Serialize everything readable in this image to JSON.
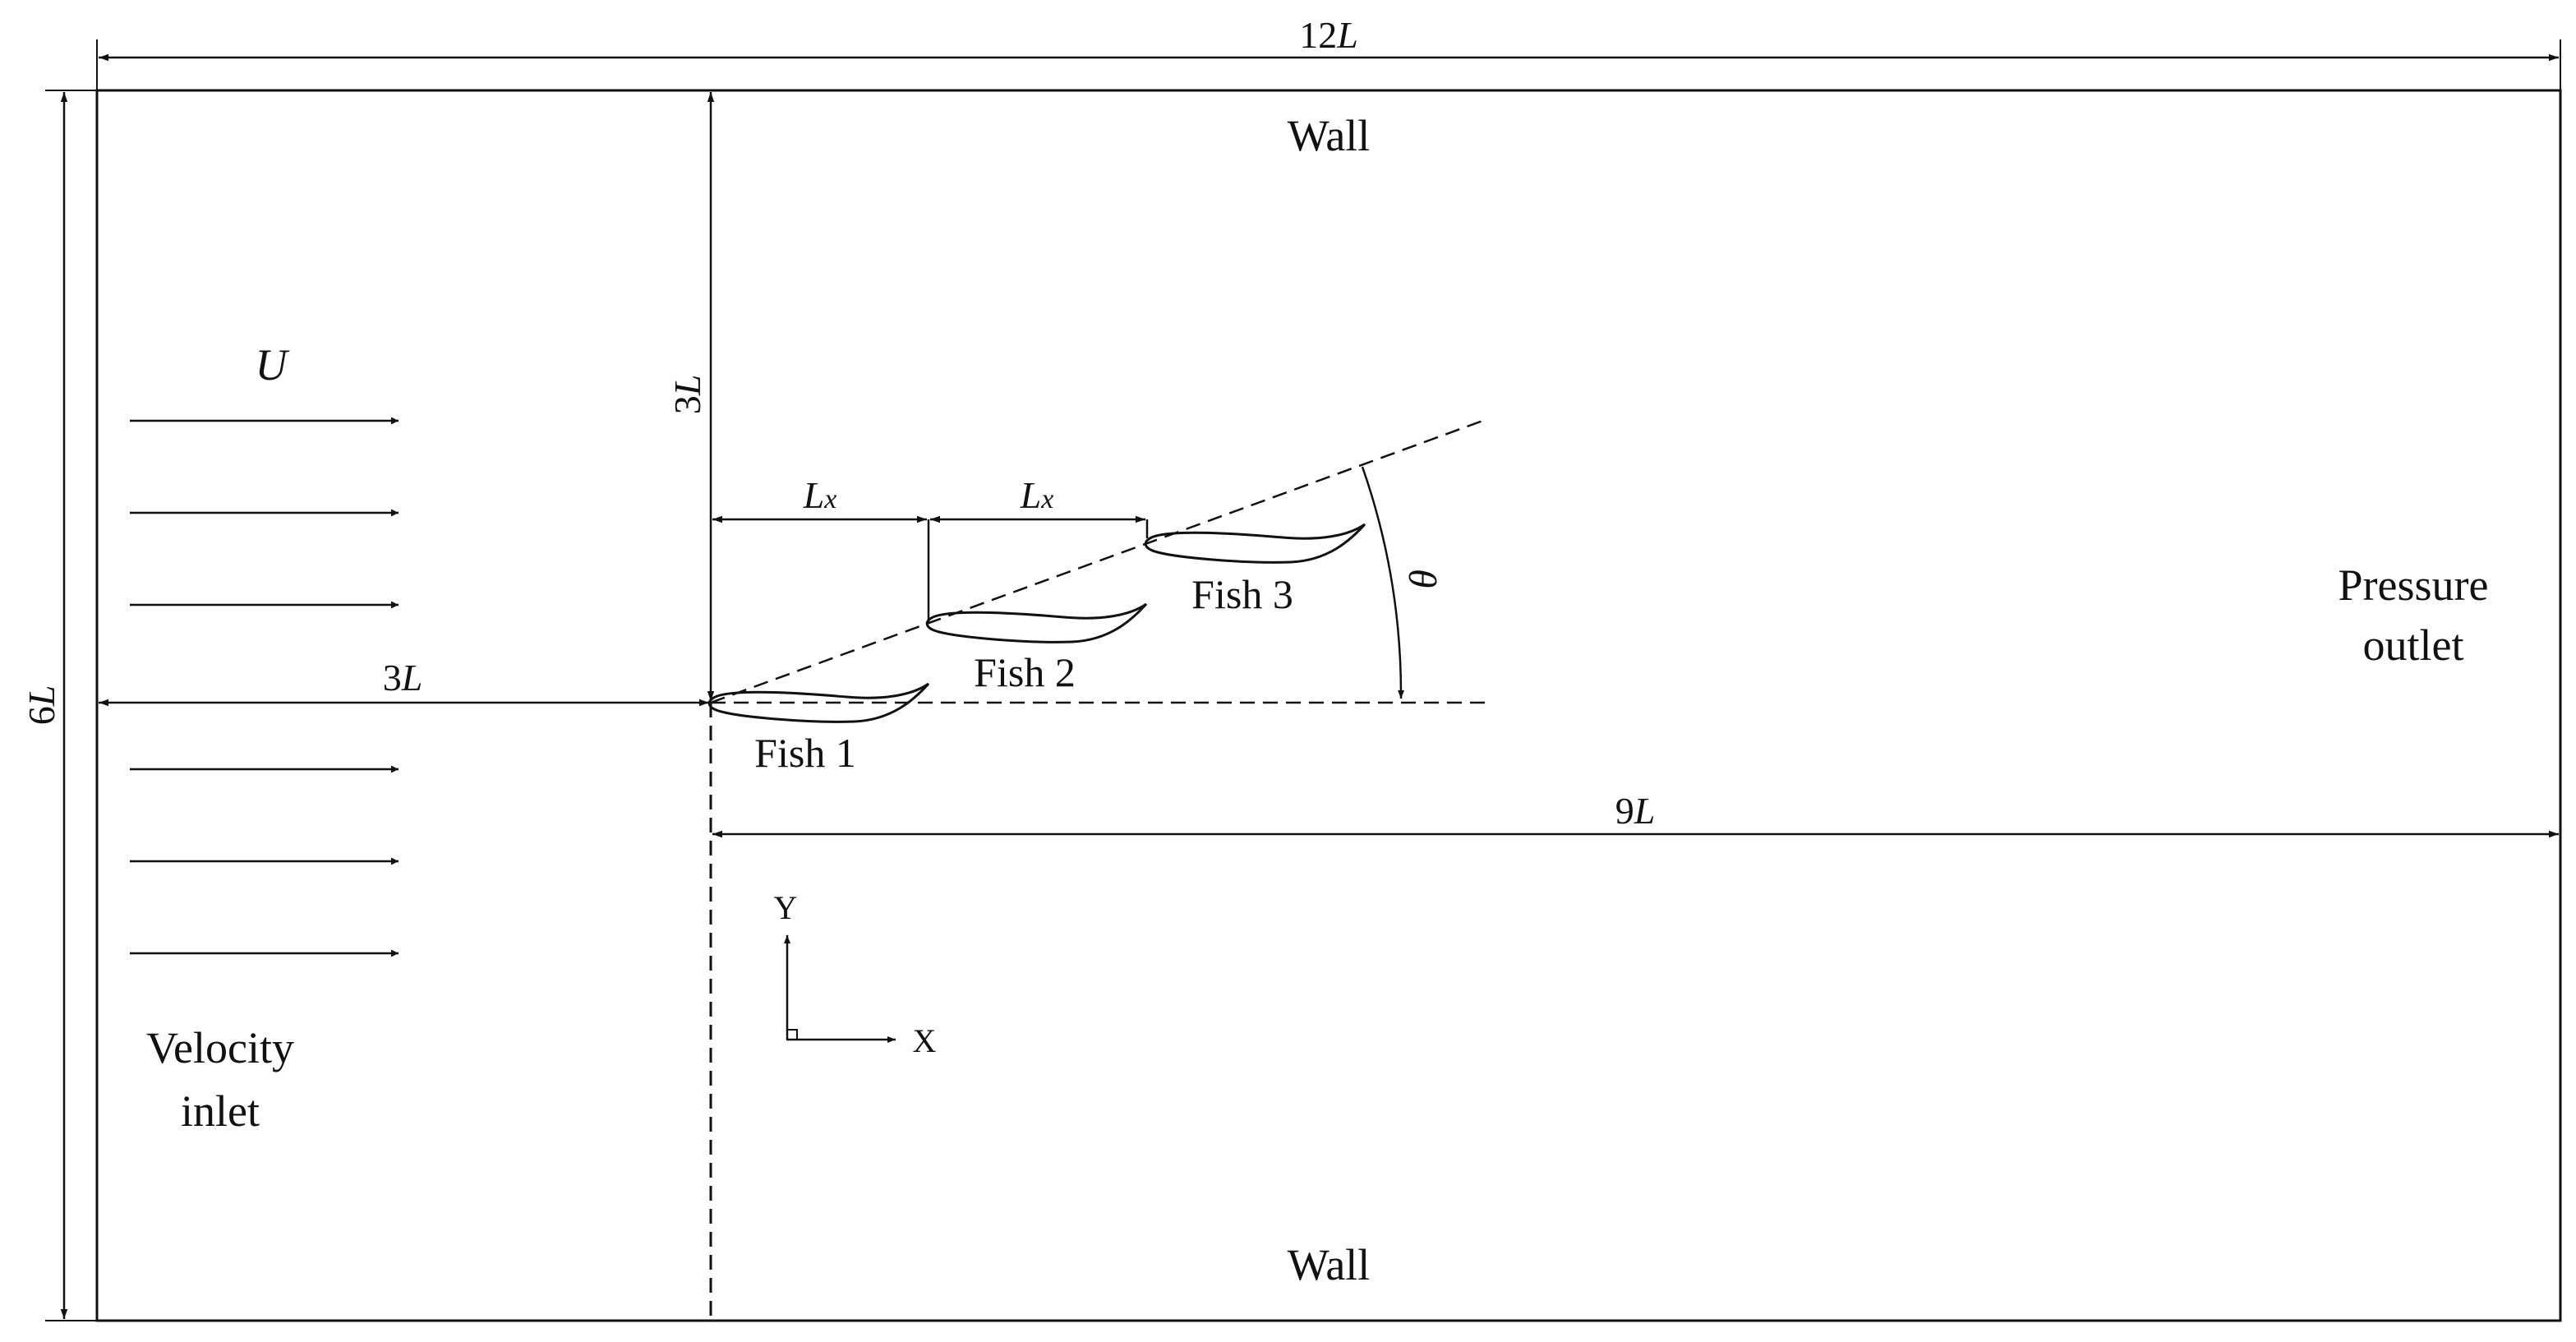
{
  "dimensions": {
    "total_width": {
      "value": "12",
      "unit": "L"
    },
    "total_height": {
      "value": "6",
      "unit": "L"
    },
    "inlet_to_fish": {
      "value": "3",
      "unit": "L"
    },
    "fish_to_outlet": {
      "value": "9",
      "unit": "L"
    },
    "fish_to_wall": {
      "value": "3",
      "unit": "L"
    },
    "spacing_1": {
      "value": "L",
      "sub": "x"
    },
    "spacing_2": {
      "value": "L",
      "sub": "x"
    }
  },
  "boundaries": {
    "top_wall": "Wall",
    "bottom_wall": "Wall",
    "inlet_line1": "Velocity",
    "inlet_line2": "inlet",
    "outlet_line1": "Pressure",
    "outlet_line2": "outlet"
  },
  "flow": {
    "velocity_label": "U"
  },
  "fish": [
    {
      "label": "Fish 1"
    },
    {
      "label": "Fish 2"
    },
    {
      "label": "Fish 3"
    }
  ],
  "angle_label": "θ",
  "axes": {
    "x": "X",
    "y": "Y"
  }
}
